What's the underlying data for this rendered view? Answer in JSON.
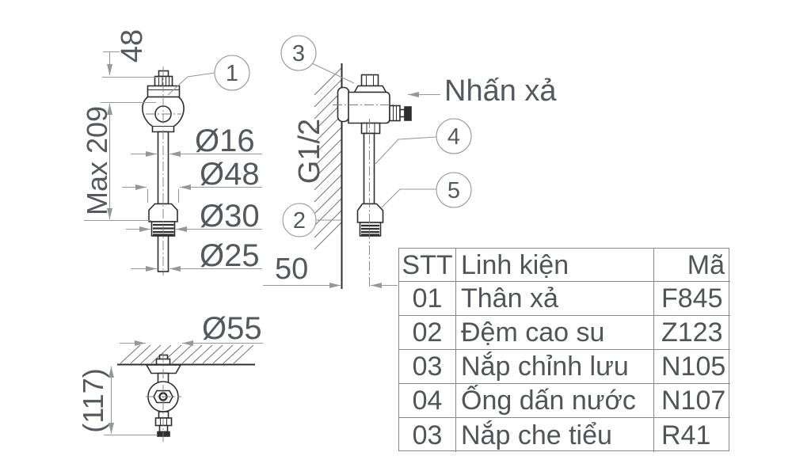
{
  "page": {
    "background": "#ffffff"
  },
  "colors": {
    "drawing_line": "#2f2f31",
    "dimension_line": "#95979a",
    "centerline": "#7c7e81",
    "hatch_line": "#717376",
    "label_text": "#55585e",
    "table_border": "#85878a",
    "table_text": "#515459"
  },
  "left_view": {
    "callout": "1",
    "dim_top": "48",
    "dim_height": "Max 209",
    "dia_pipe": "Ø16",
    "dia_spreader": "Ø48",
    "dia_thread": "Ø30",
    "dia_outlet": "Ø25"
  },
  "side_view": {
    "callouts": {
      "c1": "3",
      "c2": "2",
      "c3": "3",
      "c4": "4",
      "c5": "5"
    },
    "thread_label": "G1/2",
    "push_label": "Nhấn xả",
    "dim_wall": "50"
  },
  "bottom_view": {
    "dia_cover": "Ø55",
    "dim_height": "(117)"
  },
  "table": {
    "headers": {
      "stt": "STT",
      "part": "Linh kiện",
      "code": "Mã"
    },
    "rows": [
      {
        "stt": "01",
        "part": "Thân xả",
        "code": "F845"
      },
      {
        "stt": "02",
        "part": "Đệm cao su",
        "code": "Z123"
      },
      {
        "stt": "03",
        "part": "Nắp chỉnh lưu",
        "code": "N105"
      },
      {
        "stt": "04",
        "part": "Ống dấn nước",
        "code": "N107"
      },
      {
        "stt": "03",
        "part": "Nắp che tiểu",
        "code": "R41"
      }
    ]
  }
}
